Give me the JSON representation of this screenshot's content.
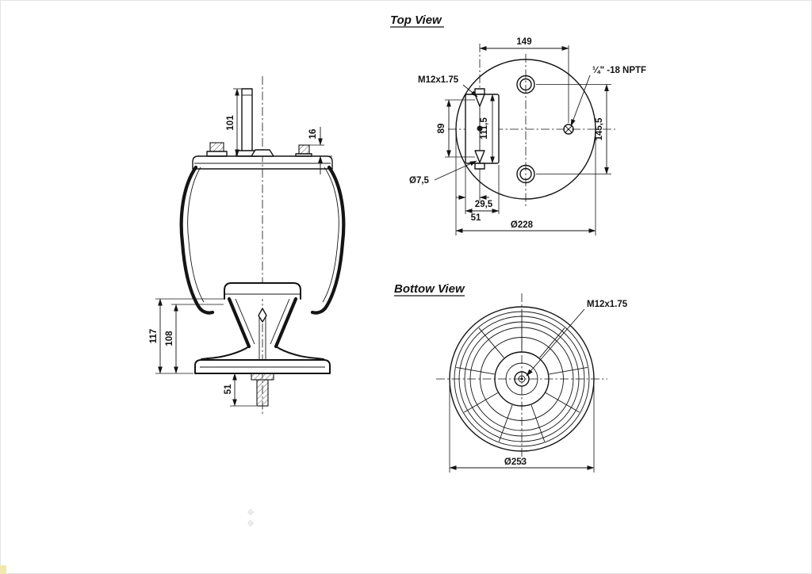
{
  "titles": {
    "top_view": "Top View",
    "bottom_view": "Bottow View"
  },
  "side_view": {
    "dim_bracket_height": "101",
    "dim_plate_stud_height": "16",
    "dim_piston_height_outer": "117",
    "dim_piston_height_inner": "108",
    "dim_lower_stud_length": "51"
  },
  "top_view": {
    "dim_port_offset": "149",
    "stud_thread_label": "M12x1.75",
    "air_port_label": "¼\"  -18 NPTF",
    "dim_stud_spacing": "89",
    "dim_bracket_length": "111,5",
    "dim_hole_spacing": "145,5",
    "hole_diameter_label": "Ø7,5",
    "dim_stud_offset": "29,5",
    "dim_bracket_width": "51",
    "dim_outer_diameter": "Ø228"
  },
  "bottom_view": {
    "stud_thread_label": "M12x1.75",
    "dim_outer_diameter": "Ø253"
  },
  "colors": {
    "line": "#141414",
    "background": "#ffffff"
  }
}
